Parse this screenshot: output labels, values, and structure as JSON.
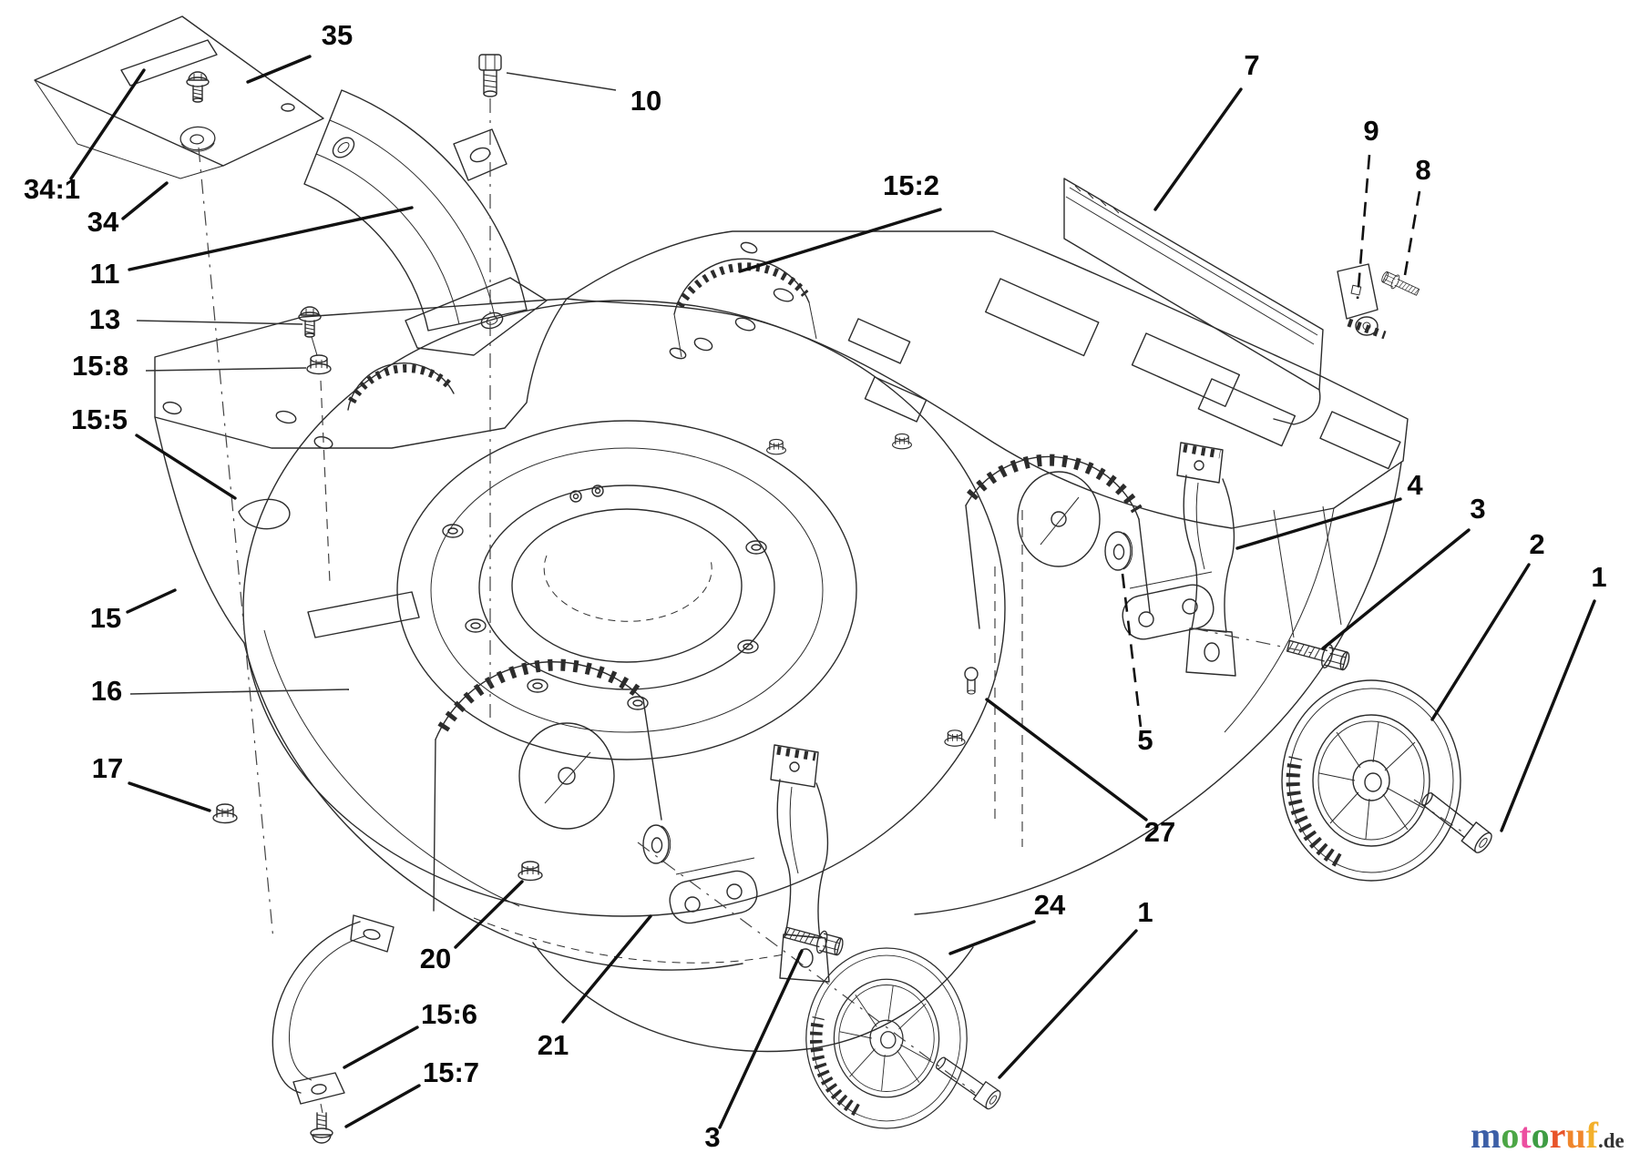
{
  "figure": {
    "type": "exploded-parts-diagram",
    "subject": "Walk-behind mower housing, wheel and height adjuster assembly"
  },
  "callouts": [
    {
      "id": "35",
      "text": "35"
    },
    {
      "id": "34-1",
      "text": "34:1"
    },
    {
      "id": "34",
      "text": "34"
    },
    {
      "id": "11",
      "text": "11"
    },
    {
      "id": "13",
      "text": "13"
    },
    {
      "id": "15-8",
      "text": "15:8"
    },
    {
      "id": "15-5",
      "text": "15:5"
    },
    {
      "id": "15",
      "text": "15"
    },
    {
      "id": "16",
      "text": "16"
    },
    {
      "id": "17",
      "text": "17"
    },
    {
      "id": "10",
      "text": "10"
    },
    {
      "id": "15-2",
      "text": "15:2"
    },
    {
      "id": "7",
      "text": "7"
    },
    {
      "id": "9",
      "text": "9"
    },
    {
      "id": "8",
      "text": "8"
    },
    {
      "id": "4",
      "text": "4"
    },
    {
      "id": "3-right",
      "text": "3"
    },
    {
      "id": "2",
      "text": "2"
    },
    {
      "id": "1-right",
      "text": "1"
    },
    {
      "id": "5",
      "text": "5"
    },
    {
      "id": "27",
      "text": "27"
    },
    {
      "id": "24",
      "text": "24"
    },
    {
      "id": "1-bottom",
      "text": "1"
    },
    {
      "id": "20",
      "text": "20"
    },
    {
      "id": "15-6",
      "text": "15:6"
    },
    {
      "id": "21",
      "text": "21"
    },
    {
      "id": "15-7",
      "text": "15:7"
    },
    {
      "id": "3-bottom",
      "text": "3"
    }
  ],
  "logo": {
    "text": "motoruf.de",
    "letters": [
      {
        "char": "m",
        "color": "#3c5fa7"
      },
      {
        "char": "o",
        "color": "#4ca646"
      },
      {
        "char": "t",
        "color": "#ec4fa0"
      },
      {
        "char": "o",
        "color": "#3f9c44"
      },
      {
        "char": "r",
        "color": "#e8542a"
      },
      {
        "char": "u",
        "color": "#f0862c"
      },
      {
        "char": "f",
        "color": "#f3b02c"
      }
    ],
    "suffix": ".de",
    "suffix_color": "#333333"
  },
  "colors": {
    "background": "#ffffff",
    "line_art": "#2c2c2c",
    "label_text": "#080808"
  }
}
